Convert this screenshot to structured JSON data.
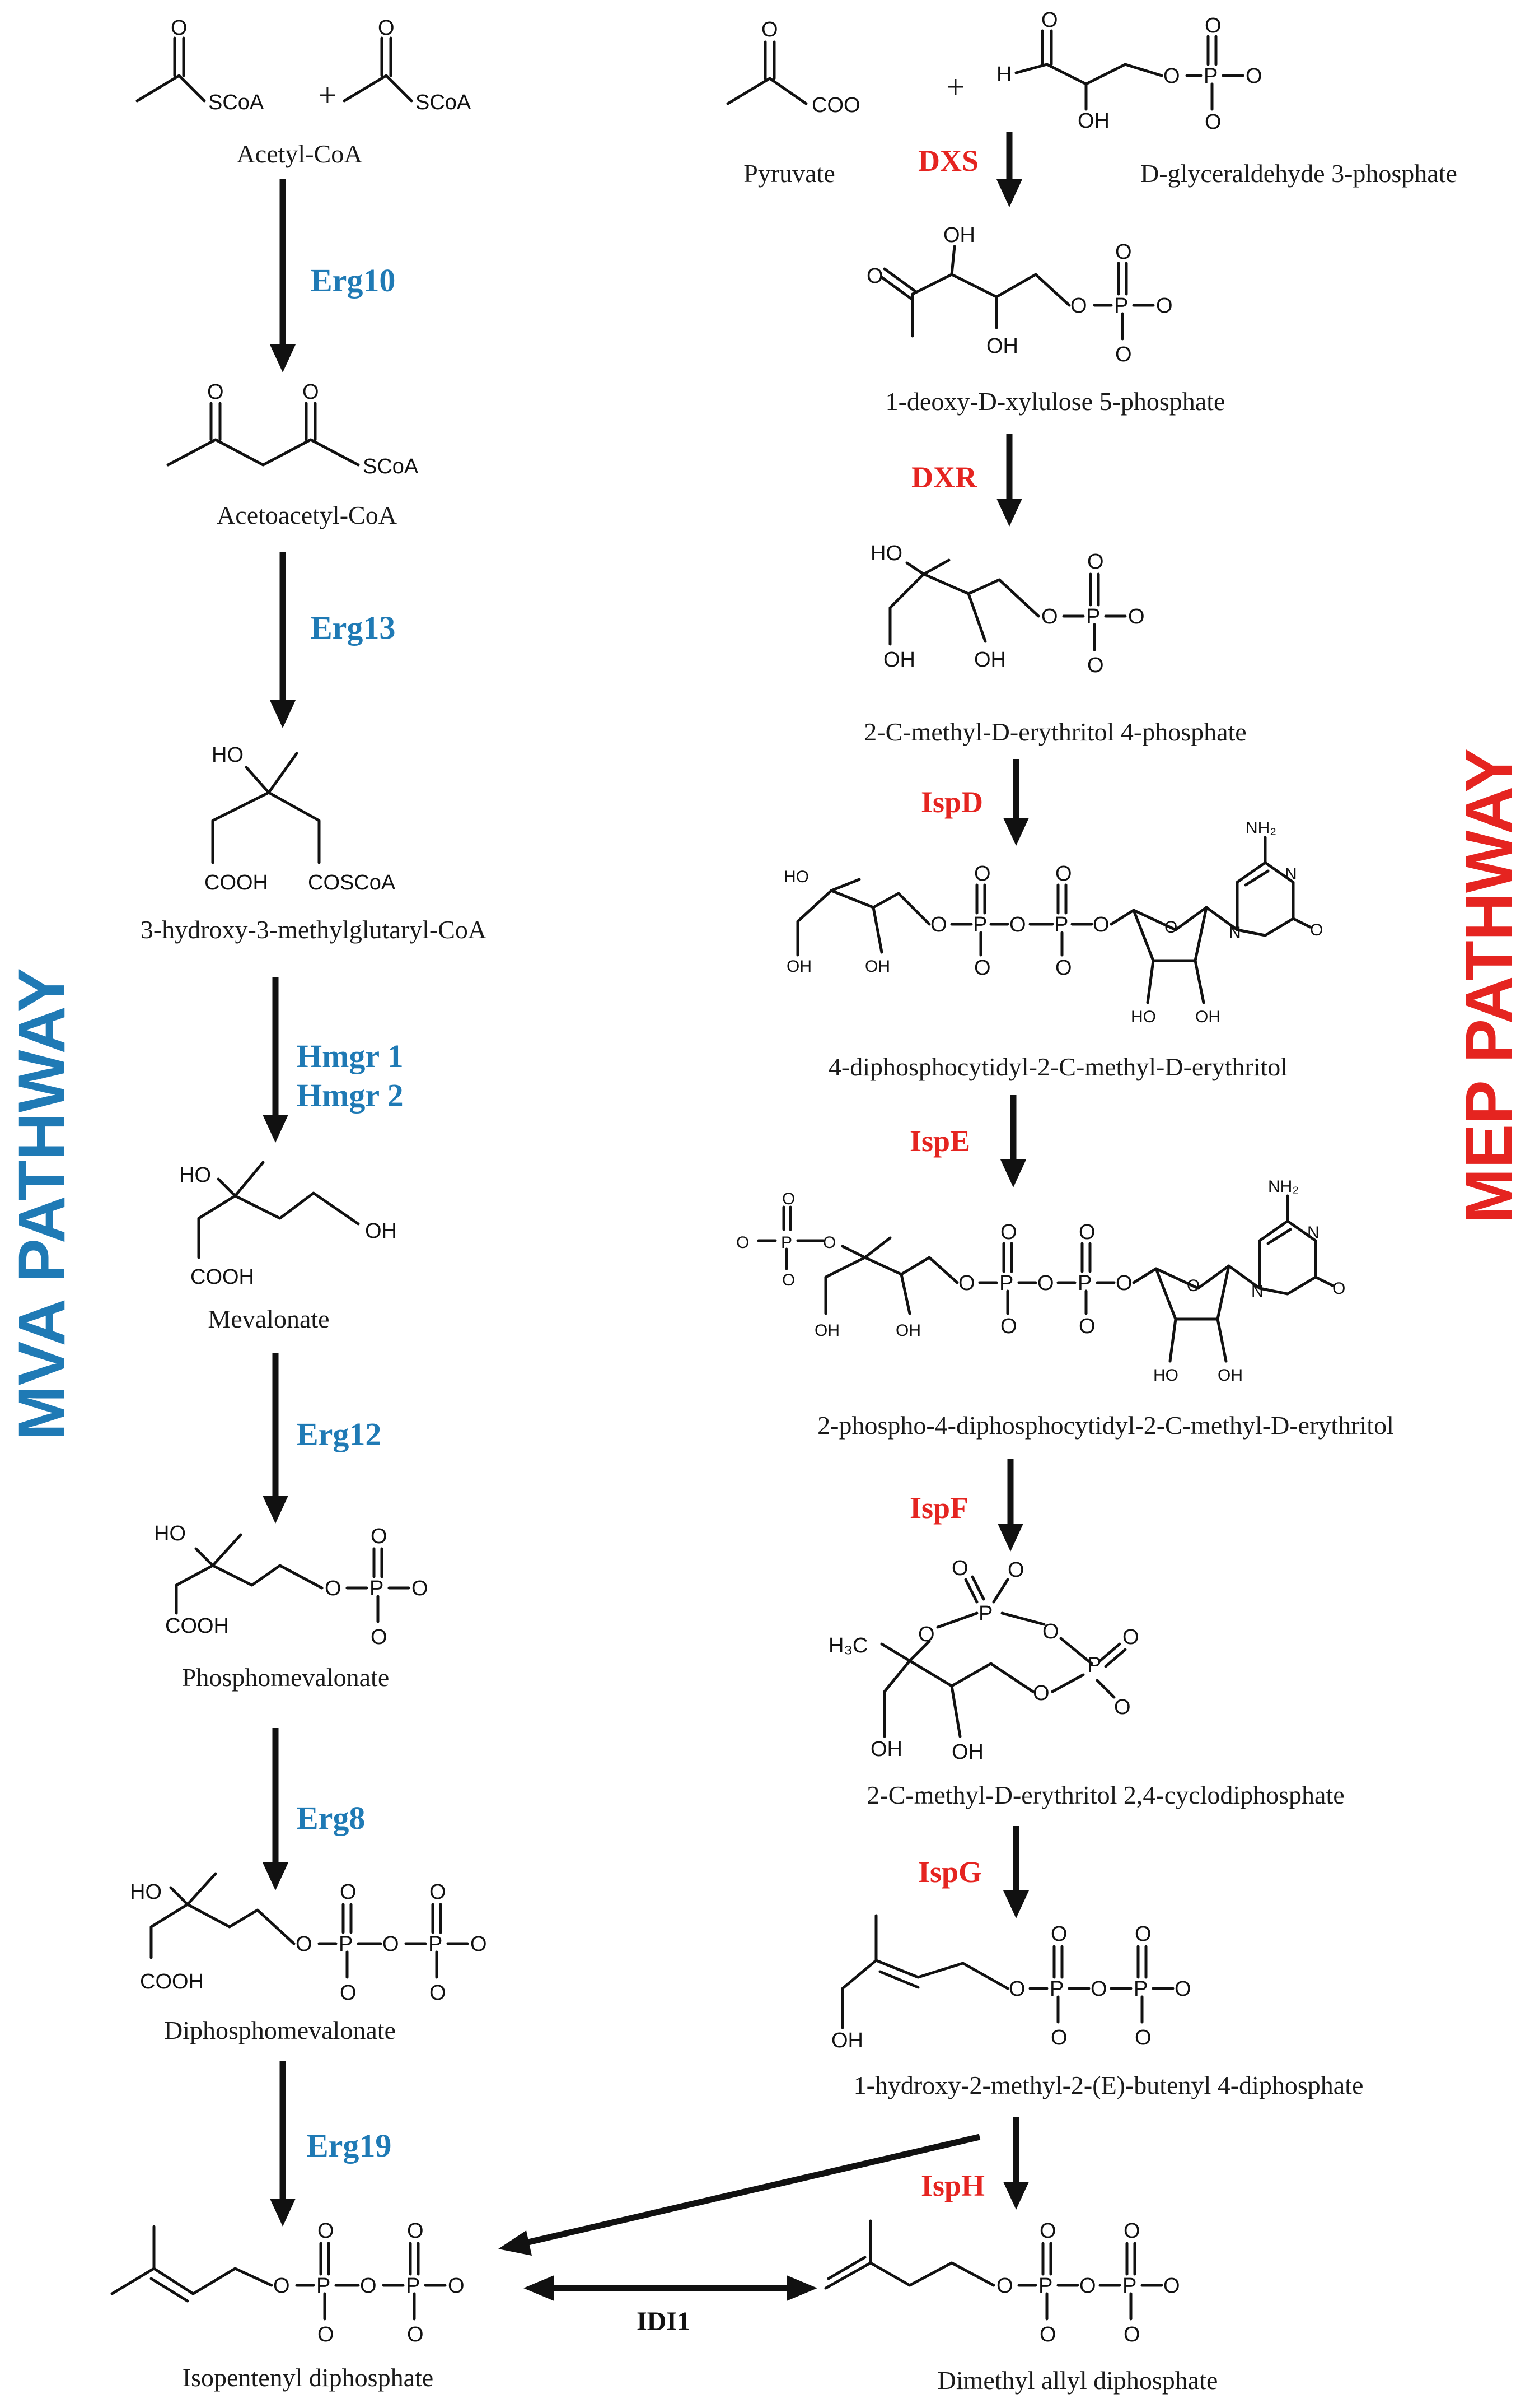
{
  "titles": {
    "mva": "MVA PATHWAY",
    "mep": "MEP PATHWAY"
  },
  "colors": {
    "mva": "#1f7ab5",
    "mep": "#e52420",
    "text": "#1a1a1a"
  },
  "mva": {
    "plus": "+",
    "compounds": [
      "Acetyl-CoA",
      "Acetoacetyl-CoA",
      "3-hydroxy-3-methylglutaryl-CoA",
      "Mevalonate",
      "Phosphomevalonate",
      "Diphosphomevalonate",
      "Isopentenyl diphosphate"
    ],
    "enzymes": [
      "Erg10",
      "Erg13",
      "Hmgr 1",
      "Hmgr 2",
      "Erg12",
      "Erg8",
      "Erg19"
    ]
  },
  "mep": {
    "plus": "+",
    "compounds": [
      "Pyruvate",
      "D-glyceraldehyde 3-phosphate",
      "1-deoxy-D-xylulose 5-phosphate",
      "2-C-methyl-D-erythritol 4-phosphate",
      "4-diphosphocytidyl-2-C-methyl-D-erythritol",
      "2-phospho-4-diphosphocytidyl-2-C-methyl-D-erythritol",
      "2-C-methyl-D-erythritol 2,4-cyclodiphosphate",
      "1-hydroxy-2-methyl-2-(E)-butenyl 4-diphosphate",
      "Dimethyl allyl diphosphate"
    ],
    "enzymes": [
      "DXS",
      "DXR",
      "IspD",
      "IspE",
      "IspF",
      "IspG",
      "IspH"
    ]
  },
  "isomerase": "IDI1",
  "atoms": {
    "O": "O",
    "OH": "OH",
    "HO": "HO",
    "SCoA": "SCoA",
    "COOH": "COOH",
    "COSCoA": "COSCoA",
    "COO": "COO",
    "minus": "−",
    "P": "P",
    "N": "N",
    "NH2": "NH₂",
    "H": "H",
    "H3C": "H₃C"
  }
}
